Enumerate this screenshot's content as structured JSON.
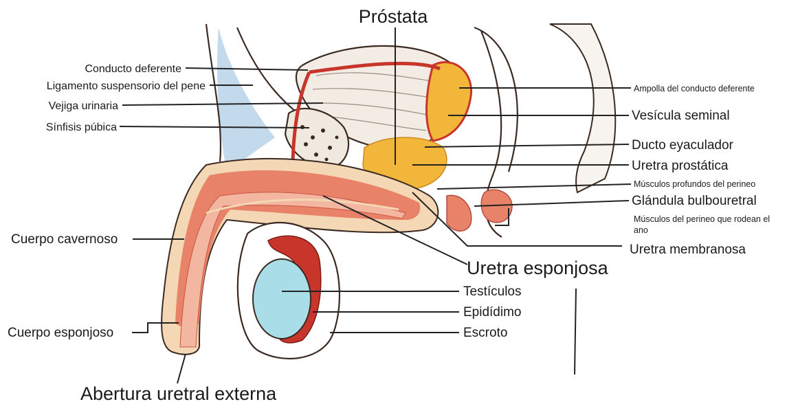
{
  "labels": {
    "prostata": "Próstata",
    "conducto_deferente": "Conducto deferente",
    "ligamento": "Ligamento suspensorio del pene",
    "vejiga": "Vejiga urinaria",
    "sinfisis": "Sínfisis púbica",
    "cuerpo_cavernoso": "Cuerpo cavernoso",
    "cuerpo_esponjoso": "Cuerpo esponjoso",
    "abertura": "Abertura uretral externa",
    "ampolla": "Ampolla del conducto deferente",
    "vesicula": "Vesícula seminal",
    "ducto": "Ducto eyaculador",
    "uretra_prostatica": "Uretra prostática",
    "musculos_profundos": "Músculos profundos del perineo",
    "glandula": "Glándula bulbouretral",
    "musculos_ano_1": "Músculos del perineo que rodean el",
    "musculos_ano_2": "ano",
    "uretra_membranosa": "Uretra membranosa",
    "uretra_esponjosa": "Uretra esponjosa",
    "testiculos": "Testículos",
    "epididimo": "Epidídimo",
    "escroto": "Escroto"
  },
  "colors": {
    "erectile_tissue": "#e8836a",
    "tunica": "#f4d7b4",
    "prostate": "#f2b73a",
    "muscle_red": "#c8352a",
    "testis": "#a9dde8",
    "ligament": "#b8d4ea",
    "bone": "#efe9df"
  }
}
